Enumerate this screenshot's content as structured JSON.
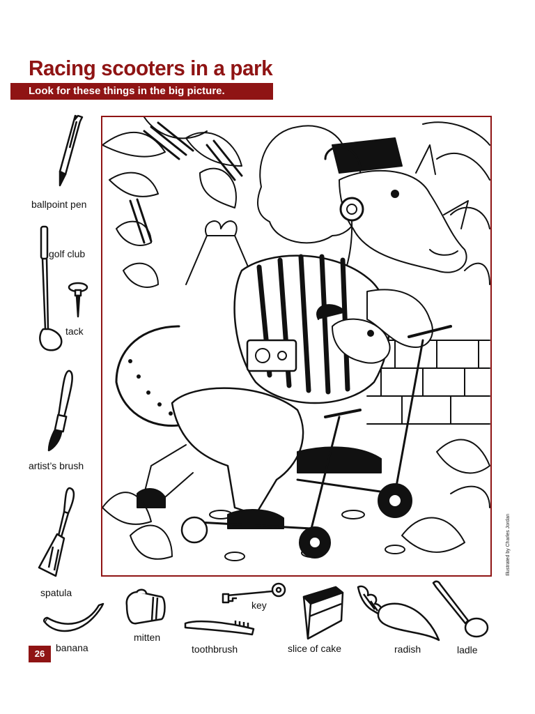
{
  "page": {
    "title": "Racing scooters in a park",
    "subtitle": "Look for these things in the big picture.",
    "credit": "Illustrated by Charles Jordan",
    "page_number": "26"
  },
  "items": [
    {
      "id": "ballpoint-pen",
      "label": "ballpoint pen",
      "icon": "ballpoint-pen-icon"
    },
    {
      "id": "golf-club",
      "label": "golf club",
      "icon": "golf-club-icon"
    },
    {
      "id": "tack",
      "label": "tack",
      "icon": "tack-icon"
    },
    {
      "id": "artists-brush",
      "label": "artist’s brush",
      "icon": "artists-brush-icon"
    },
    {
      "id": "spatula",
      "label": "spatula",
      "icon": "spatula-icon"
    },
    {
      "id": "banana",
      "label": "banana",
      "icon": "banana-icon"
    },
    {
      "id": "mitten",
      "label": "mitten",
      "icon": "mitten-icon"
    },
    {
      "id": "toothbrush",
      "label": "toothbrush",
      "icon": "toothbrush-icon"
    },
    {
      "id": "key",
      "label": "key",
      "icon": "key-icon"
    },
    {
      "id": "slice-of-cake",
      "label": "slice of cake",
      "icon": "slice-of-cake-icon"
    },
    {
      "id": "radish",
      "label": "radish",
      "icon": "radish-icon"
    },
    {
      "id": "ladle",
      "label": "ladle",
      "icon": "ladle-icon"
    }
  ],
  "colors": {
    "accent": "#8f1414",
    "ink": "#111111",
    "paper": "#ffffff"
  }
}
